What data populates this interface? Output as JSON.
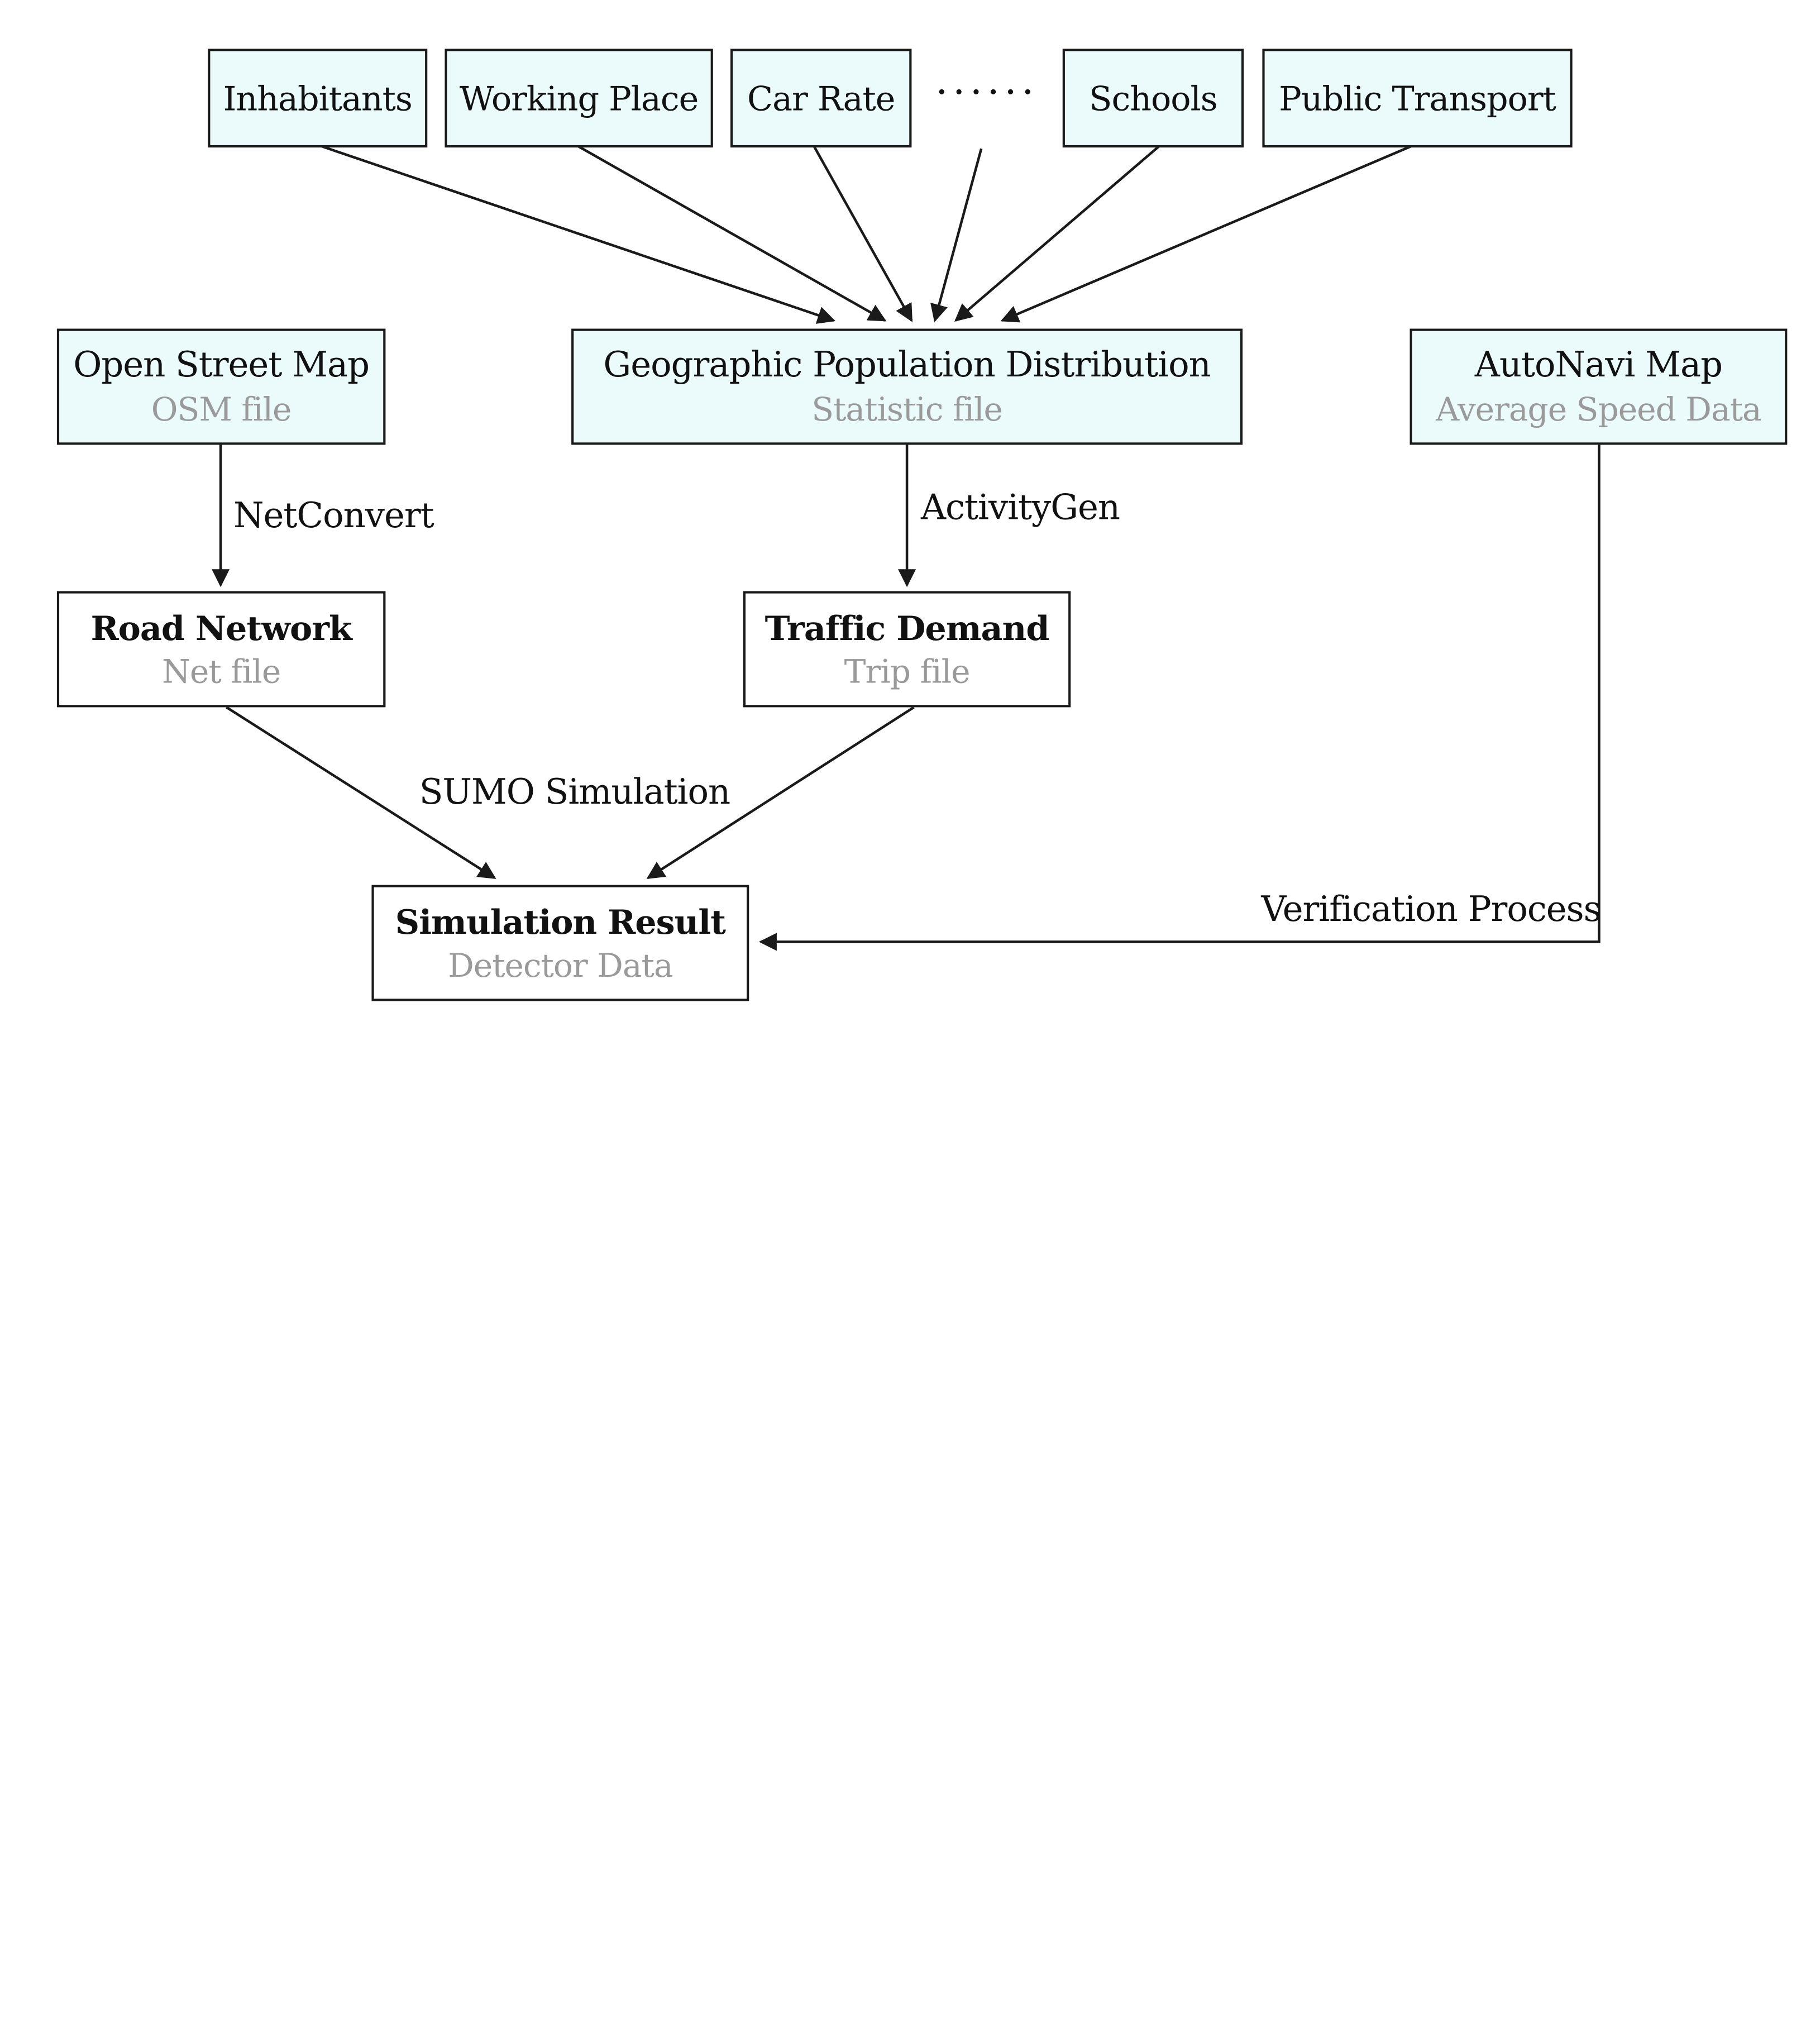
{
  "sources": [
    {
      "id": "inhabitants",
      "label": "Inhabitants"
    },
    {
      "id": "working-place",
      "label": "Working Place"
    },
    {
      "id": "car-rate",
      "label": "Car Rate"
    },
    {
      "id": "schools",
      "label": "Schools"
    },
    {
      "id": "public-transport",
      "label": "Public Transport"
    }
  ],
  "ellipsis": "······",
  "nodes": {
    "osm": {
      "title": "Open Street Map",
      "subtitle": "OSM file"
    },
    "population": {
      "title": "Geographic Population Distribution",
      "subtitle": "Statistic file"
    },
    "autonavi": {
      "title": "AutoNavi Map",
      "subtitle": "Average Speed Data"
    },
    "road_network": {
      "title": "Road Network",
      "subtitle": "Net file"
    },
    "traffic_demand": {
      "title": "Traffic Demand",
      "subtitle": "Trip file"
    },
    "simulation_result": {
      "title": "Simulation Result",
      "subtitle": "Detector Data"
    }
  },
  "edge_labels": {
    "netconvert": "NetConvert",
    "activitygen": "ActivityGen",
    "sumo": "SUMO Simulation",
    "verification": "Verification Process"
  },
  "colors": {
    "input_fill": "#ebfbfb",
    "output_fill": "#ffffff",
    "stroke": "#1a1a1a",
    "subtitle_text": "#9a9a9a"
  }
}
